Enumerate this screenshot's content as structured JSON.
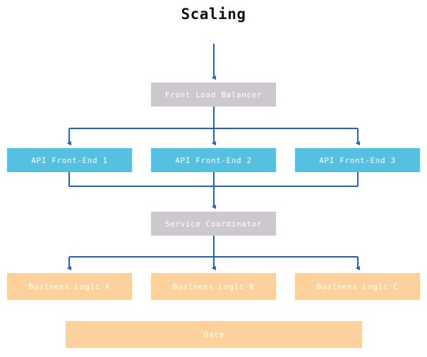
{
  "diagram": {
    "title": "Scaling",
    "background": "#ffffff",
    "colors": {
      "tier_gray": "#ccc8ce",
      "tier_blue": "#55c0e0",
      "tier_peach": "#fcd19c",
      "edge_blue": "#1f5fd0",
      "node_text": "#ffffff",
      "title_text": "#111111"
    },
    "nodes": [
      {
        "id": "front-load-balancer",
        "label": "Front Load Balancer",
        "tier": "gray"
      },
      {
        "id": "api-1",
        "label": "API Front-End 1",
        "tier": "blue"
      },
      {
        "id": "api-2",
        "label": "API Front-End 2",
        "tier": "blue"
      },
      {
        "id": "api-3",
        "label": "API Front-End 3",
        "tier": "blue"
      },
      {
        "id": "service-coordinator",
        "label": "Service Coordinator",
        "tier": "gray"
      },
      {
        "id": "business-a",
        "label": "Business Logic A",
        "tier": "peach"
      },
      {
        "id": "business-b",
        "label": "Business Logic B",
        "tier": "peach"
      },
      {
        "id": "business-c",
        "label": "Business Logic C",
        "tier": "peach"
      },
      {
        "id": "data",
        "label": "Data",
        "tier": "peach"
      }
    ],
    "edges": [
      {
        "from": "entry",
        "to": "front-load-balancer"
      },
      {
        "from": "front-load-balancer",
        "to": "api-1"
      },
      {
        "from": "front-load-balancer",
        "to": "api-2"
      },
      {
        "from": "front-load-balancer",
        "to": "api-3"
      },
      {
        "from": "api-1",
        "to": "service-coordinator"
      },
      {
        "from": "api-2",
        "to": "service-coordinator"
      },
      {
        "from": "api-3",
        "to": "service-coordinator"
      },
      {
        "from": "service-coordinator",
        "to": "business-a"
      },
      {
        "from": "service-coordinator",
        "to": "business-b"
      },
      {
        "from": "service-coordinator",
        "to": "business-c"
      }
    ]
  }
}
